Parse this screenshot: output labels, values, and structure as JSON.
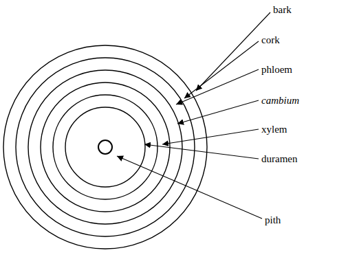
{
  "diagram": {
    "labels": [
      "bark",
      "cork",
      "phloem",
      "cambium",
      "xylem",
      "duramen",
      "pith"
    ]
  }
}
